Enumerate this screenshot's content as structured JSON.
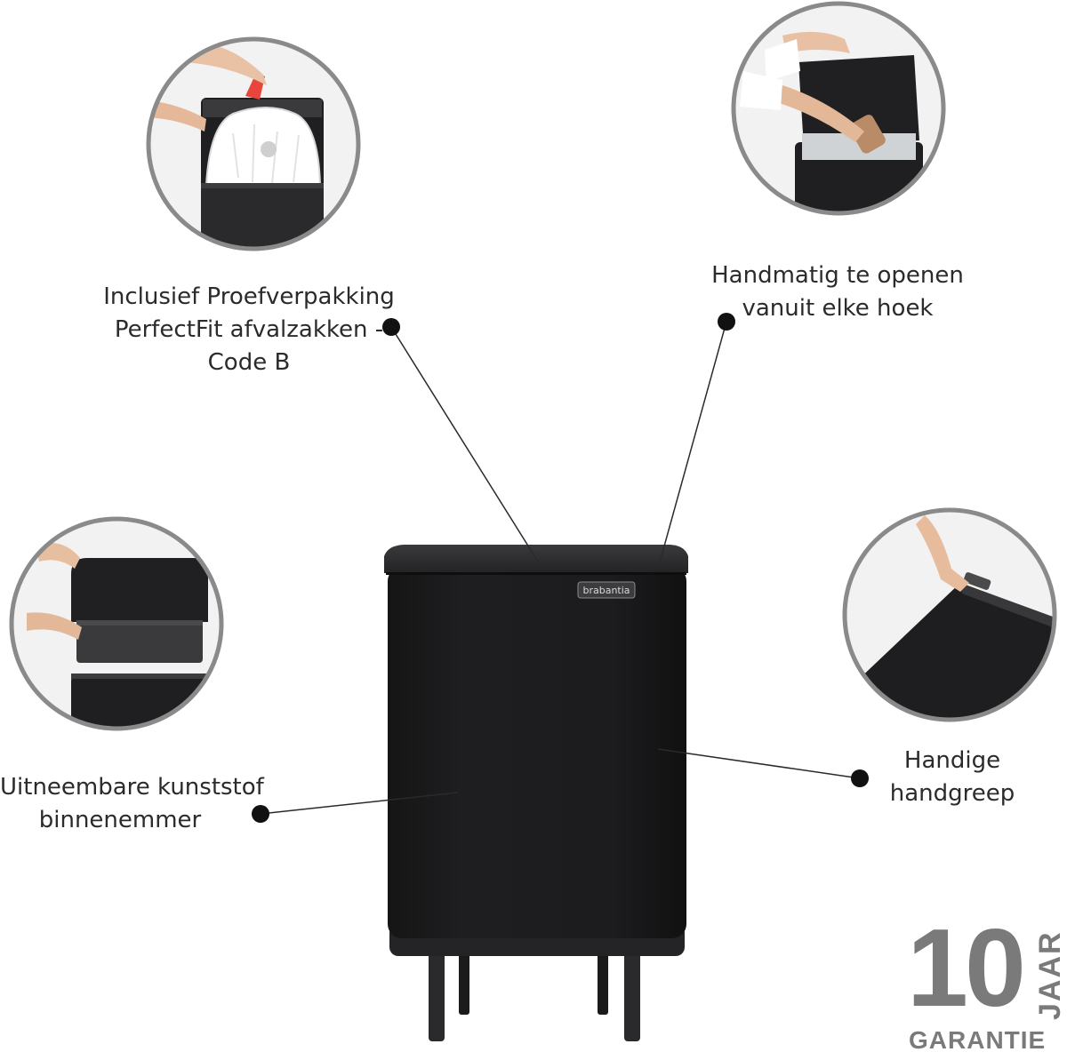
{
  "callouts": {
    "bag": {
      "lines": [
        "Inclusief Proefverpakking",
        "PerfectFit afvalzakken -",
        "Code B"
      ]
    },
    "open": {
      "lines": [
        "Handmatig te openen",
        "vanuit elke hoek"
      ]
    },
    "bucket": {
      "lines": [
        "Uitneembare kunststof",
        "binnenemmer"
      ]
    },
    "handle": {
      "lines": [
        "Handige",
        "handgreep"
      ]
    }
  },
  "product": {
    "brand": "brabantia",
    "color": "#1c1c1d"
  },
  "guarantee": {
    "number": "10",
    "unit": "JAAR",
    "word": "GARANTIE",
    "color": "#7a7a7a"
  }
}
